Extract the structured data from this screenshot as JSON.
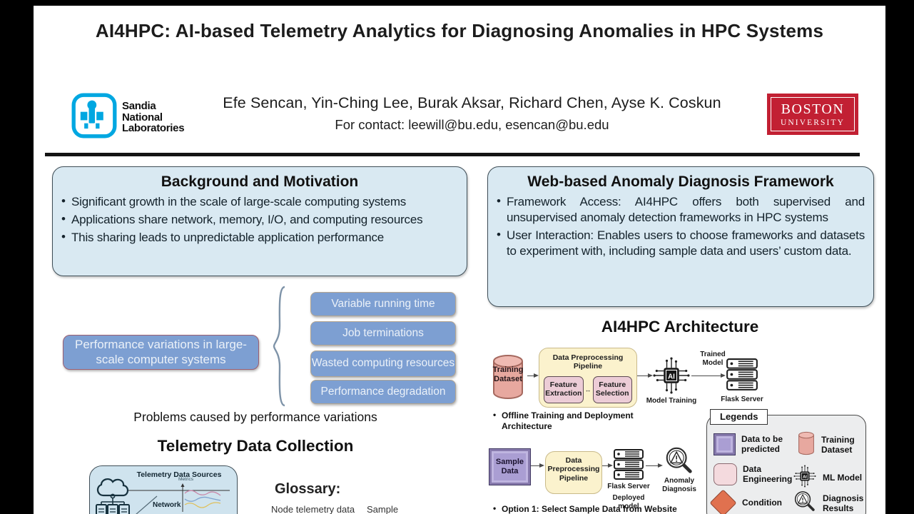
{
  "header": {
    "title": "AI4HPC: AI-based Telemetry Analytics for Diagnosing Anomalies in HPC Systems",
    "authors": "Efe Sencan, Yin-Ching Lee, Burak Aksar, Richard Chen, Ayse K. Coskun",
    "contact": "For contact: leewill@bu.edu, esencan@bu.edu",
    "sandia": {
      "line1": "Sandia",
      "line2": "National",
      "line3": "Laboratories"
    },
    "boston": {
      "line1": "BOSTON",
      "line2": "UNIVERSITY"
    }
  },
  "background_panel": {
    "title": "Background and Motivation",
    "bullets": [
      "Significant growth in the scale of large-scale computing systems",
      "Applications share network, memory, I/O, and computing resources",
      "This sharing leads to unpredictable application performance"
    ]
  },
  "framework_panel": {
    "title": "Web-based Anomaly Diagnosis Framework",
    "bullets": [
      "Framework Access: AI4HPC offers both supervised and unsupervised anomaly detection frameworks in HPC systems",
      "User Interaction:  Enables users to choose frameworks and datasets to experiment with, including sample data and users’ custom data."
    ]
  },
  "variation_diagram": {
    "cause": "Performance variations in large-scale computer systems",
    "effects": [
      "Variable running time",
      "Job terminations",
      "Wasted computing resources",
      "Performance degradation"
    ],
    "caption": "Problems caused by performance variations"
  },
  "telemetry": {
    "heading": "Telemetry Data Collection",
    "box_title": "Telemetry Data Sources",
    "network_label": "Network",
    "metrics_label": "Metrics",
    "glossary_title": "Glossary:",
    "glossary_term1": "Node telemetry data",
    "glossary_term2": "Sample"
  },
  "architecture": {
    "heading": "AI4HPC Architecture",
    "offline": {
      "dataset": "Training Dataset",
      "pipeline": "Data Preprocessing Pipeline",
      "feature_extraction": "Feature Extraction",
      "feature_selection": "Feature Selection",
      "model_training": "Model Training",
      "trained_model": "Trained Model",
      "server": "Flask Server",
      "caption": "Offline Training and Deployment Architecture"
    },
    "online": {
      "sample": "Sample Data",
      "pipeline": "Data Preprocessing Pipeline",
      "server": "Flask Server",
      "deployed": "Deployed model",
      "diagnosis": "Anomaly Diagnosis",
      "caption": "Option 1: Select Sample Data from Website"
    },
    "legends": {
      "title": "Legends",
      "items": [
        {
          "icon": "data-to-be-predicted-square",
          "label": "Data to be predicted"
        },
        {
          "icon": "training-dataset-cylinder",
          "label": "Training Dataset"
        },
        {
          "icon": "data-engineering-square",
          "label": "Data Engineering"
        },
        {
          "icon": "ml-model-chip",
          "label": "ML Model"
        },
        {
          "icon": "condition-diamond",
          "label": "Condition"
        },
        {
          "icon": "diagnosis-magnifier",
          "label": "Diagnosis Results"
        }
      ]
    }
  },
  "colors": {
    "effect_box_blue": "#7d9fd2",
    "panel_blue": "#d9e9f2",
    "pipeline_yellow": "#fbf2cd",
    "feature_pink": "#ecccd6",
    "cylinder_pink": "#e7a89f",
    "sample_purple": "#aa9ed3",
    "condition_orange": "#e0714f",
    "sandia_blue": "#00a7e1",
    "bu_red": "#c22033"
  }
}
